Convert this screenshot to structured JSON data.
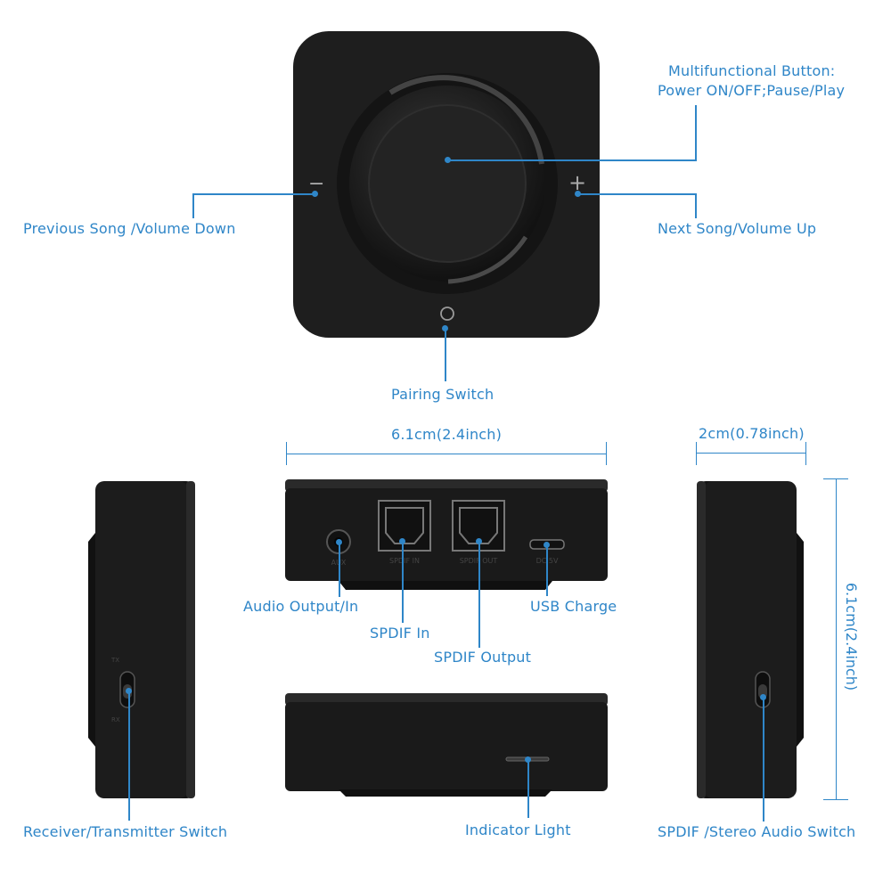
{
  "callouts": {
    "multifunction_line1": "Multifunctional Button:",
    "multifunction_line2": "Power ON/OFF;Pause/Play",
    "previous": "Previous Song /Volume Down",
    "next": "Next Song/Volume Up",
    "pairing": "Pairing Switch",
    "audio": "Audio Output/In",
    "spdif_in": "SPDIF In",
    "spdif_out": "SPDIF Output",
    "usb": "USB Charge",
    "receiver": "Receiver/Transmitter Switch",
    "indicator": "Indicator Light",
    "spdif_stereo": "SPDIF /Stereo Audio Switch"
  },
  "dimensions": {
    "width": "6.1cm(2.4inch)",
    "depth": "2cm(0.78inch)",
    "height": "6.1cm(2.4inch)"
  },
  "device_symbols": {
    "minus": "−",
    "plus": "+"
  },
  "colors": {
    "accent": "#2f86c8",
    "device": "#1c1c1c",
    "background": "#ffffff"
  }
}
